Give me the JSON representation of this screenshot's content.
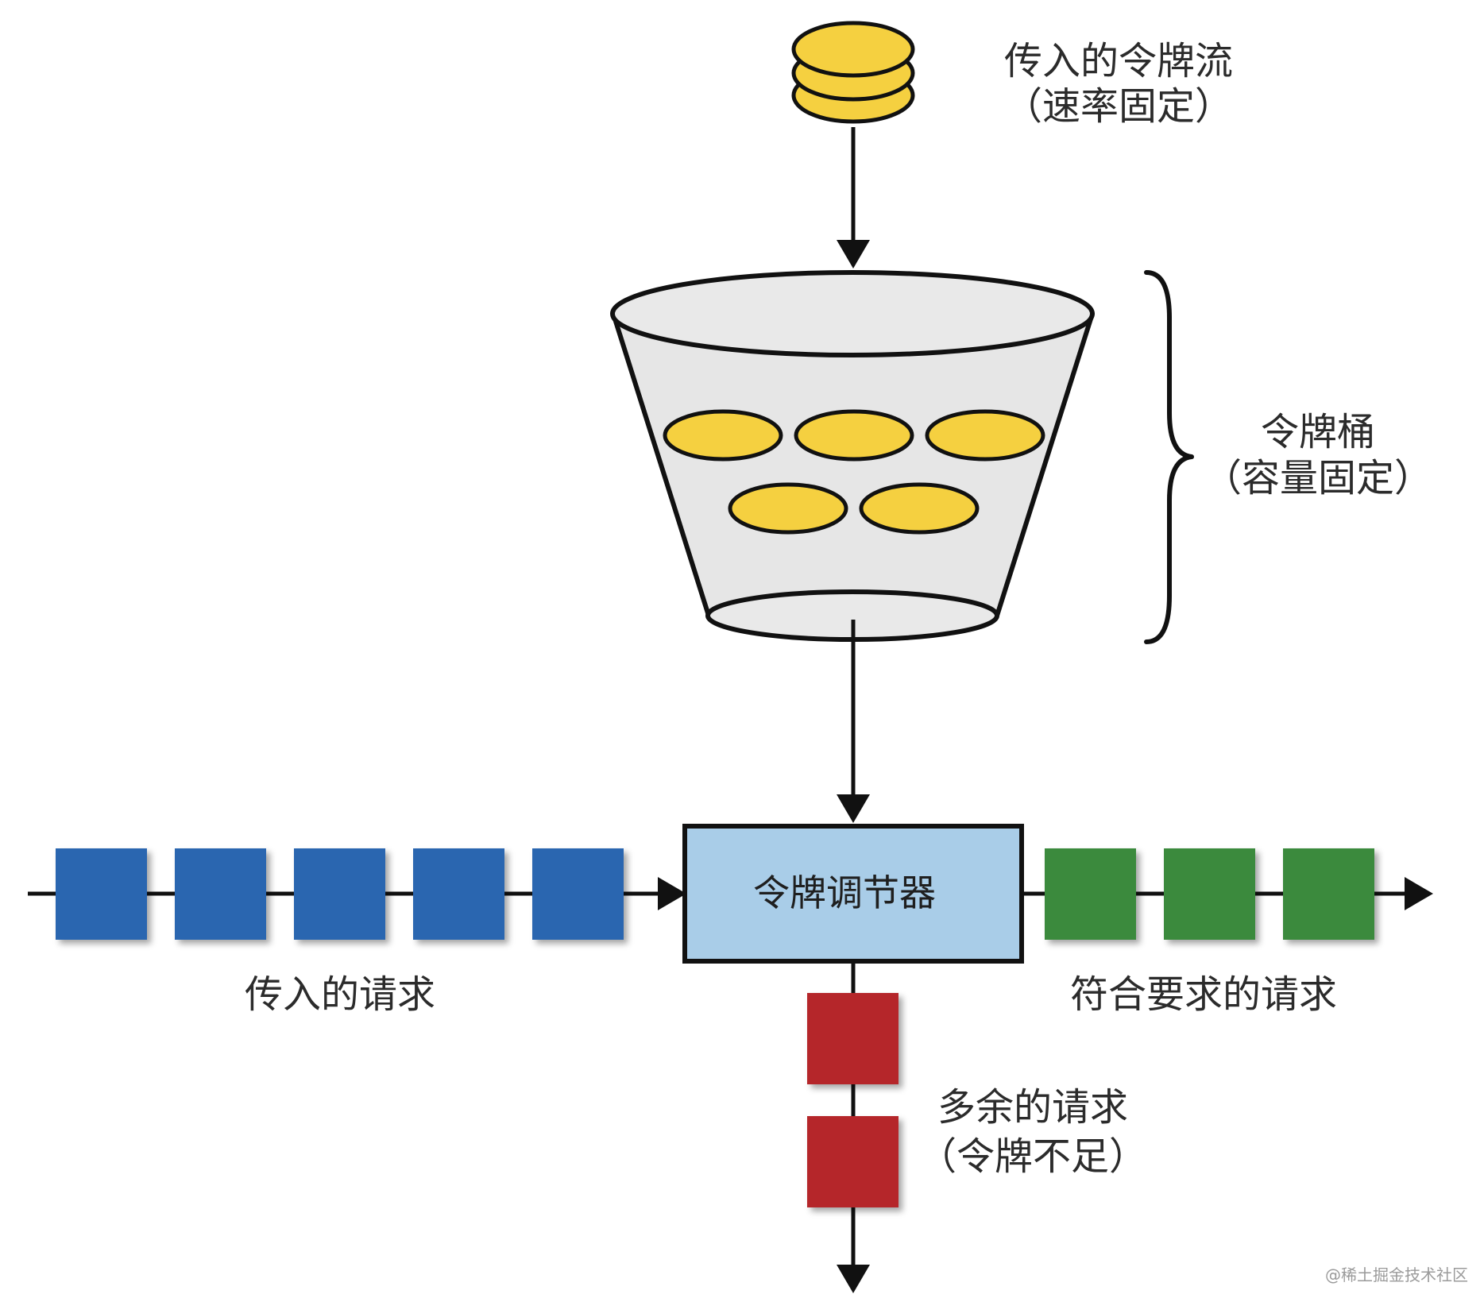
{
  "labels": {
    "incoming_tokens_line1": "传入的令牌流",
    "incoming_tokens_line2": "（速率固定）",
    "bucket_line1": "令牌桶",
    "bucket_line2": "（容量固定）",
    "regulator": "令牌调节器",
    "incoming_requests": "传入的请求",
    "conforming_requests": "符合要求的请求",
    "excess_line1": "多余的请求",
    "excess_line2": "（令牌不足）"
  },
  "watermark": "@稀土掘金技术社区",
  "counts": {
    "incoming_token_stack": 3,
    "tokens_in_bucket": 5,
    "incoming_requests": 5,
    "conforming_requests": 3,
    "excess_requests": 2
  },
  "colors": {
    "token_fill": "#f5d040",
    "bucket_fill": "#e6e6e6",
    "regulator_fill": "#a9cde8",
    "incoming_request": "#2c66b0",
    "conforming_request": "#3b8a3e",
    "excess_request": "#b5272c",
    "line": "#111111"
  }
}
